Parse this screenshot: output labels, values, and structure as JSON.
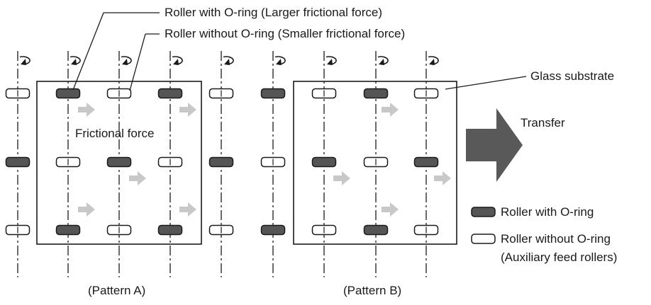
{
  "labels": {
    "with_oring_callout": "Roller with O-ring (Larger frictional force)",
    "without_oring_callout": "Roller without O-ring (Smaller frictional force)",
    "glass_substrate": "Glass substrate",
    "frictional_force": "Frictional force",
    "transfer": "Transfer",
    "pattern_a": "(Pattern A)",
    "pattern_b": "(Pattern B)"
  },
  "legend": {
    "with_oring": "Roller with O-ring",
    "without_oring_line1": "Roller without O-ring",
    "without_oring_line2": "(Auxiliary feed rollers)"
  },
  "colors": {
    "roller_with_oring": "#555555",
    "roller_without_oring": "#ffffff",
    "friction_arrow": "#c8c8c8",
    "transfer_arrow": "#595959",
    "line": "#1a1a1a"
  },
  "roller_grid": {
    "rows": [
      [
        "without",
        "with",
        "without",
        "with",
        "without",
        "with",
        "without",
        "with",
        "without"
      ],
      [
        "with",
        "without",
        "with",
        "without",
        "with",
        "without",
        "with",
        "without",
        "with"
      ],
      [
        "without",
        "with",
        "without",
        "with",
        "without",
        "with",
        "without",
        "with",
        "without"
      ]
    ]
  }
}
